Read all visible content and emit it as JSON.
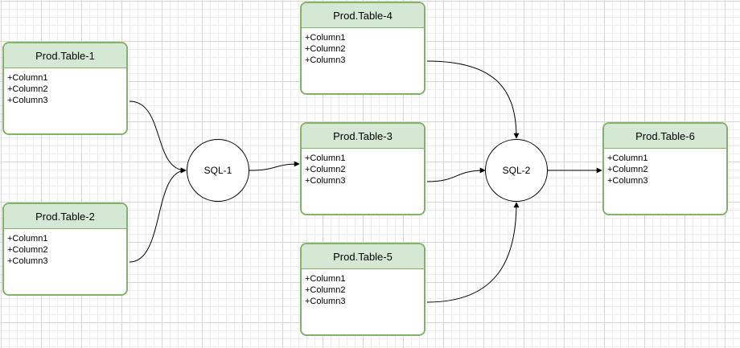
{
  "diagram": {
    "tables": [
      {
        "id": "t1",
        "title": "Prod.Table-1",
        "fields": [
          "+Column1",
          "+Column2",
          "+Column3"
        ]
      },
      {
        "id": "t2",
        "title": "Prod.Table-2",
        "fields": [
          "+Column1",
          "+Column2",
          "+Column3"
        ]
      },
      {
        "id": "t3",
        "title": "Prod.Table-3",
        "fields": [
          "+Column1",
          "+Column2",
          "+Column3"
        ]
      },
      {
        "id": "t4",
        "title": "Prod.Table-4",
        "fields": [
          "+Column1",
          "+Column2",
          "+Column3"
        ]
      },
      {
        "id": "t5",
        "title": "Prod.Table-5",
        "fields": [
          "+Column1",
          "+Column2",
          "+Column3"
        ]
      },
      {
        "id": "t6",
        "title": "Prod.Table-6",
        "fields": [
          "+Column1",
          "+Column2",
          "+Column3"
        ]
      }
    ],
    "processes": [
      {
        "id": "s1",
        "label": "SQL-1"
      },
      {
        "id": "s2",
        "label": "SQL-2"
      }
    ],
    "edges": [
      {
        "from": "t1",
        "to": "s1"
      },
      {
        "from": "t2",
        "to": "s1"
      },
      {
        "from": "s1",
        "to": "t3"
      },
      {
        "from": "t3",
        "to": "s2"
      },
      {
        "from": "t4",
        "to": "s2"
      },
      {
        "from": "t5",
        "to": "s2"
      },
      {
        "from": "s2",
        "to": "t6"
      }
    ],
    "colors": {
      "table_border": "#82b366",
      "table_header_fill": "#d5e8d4",
      "edge": "#000000"
    }
  }
}
